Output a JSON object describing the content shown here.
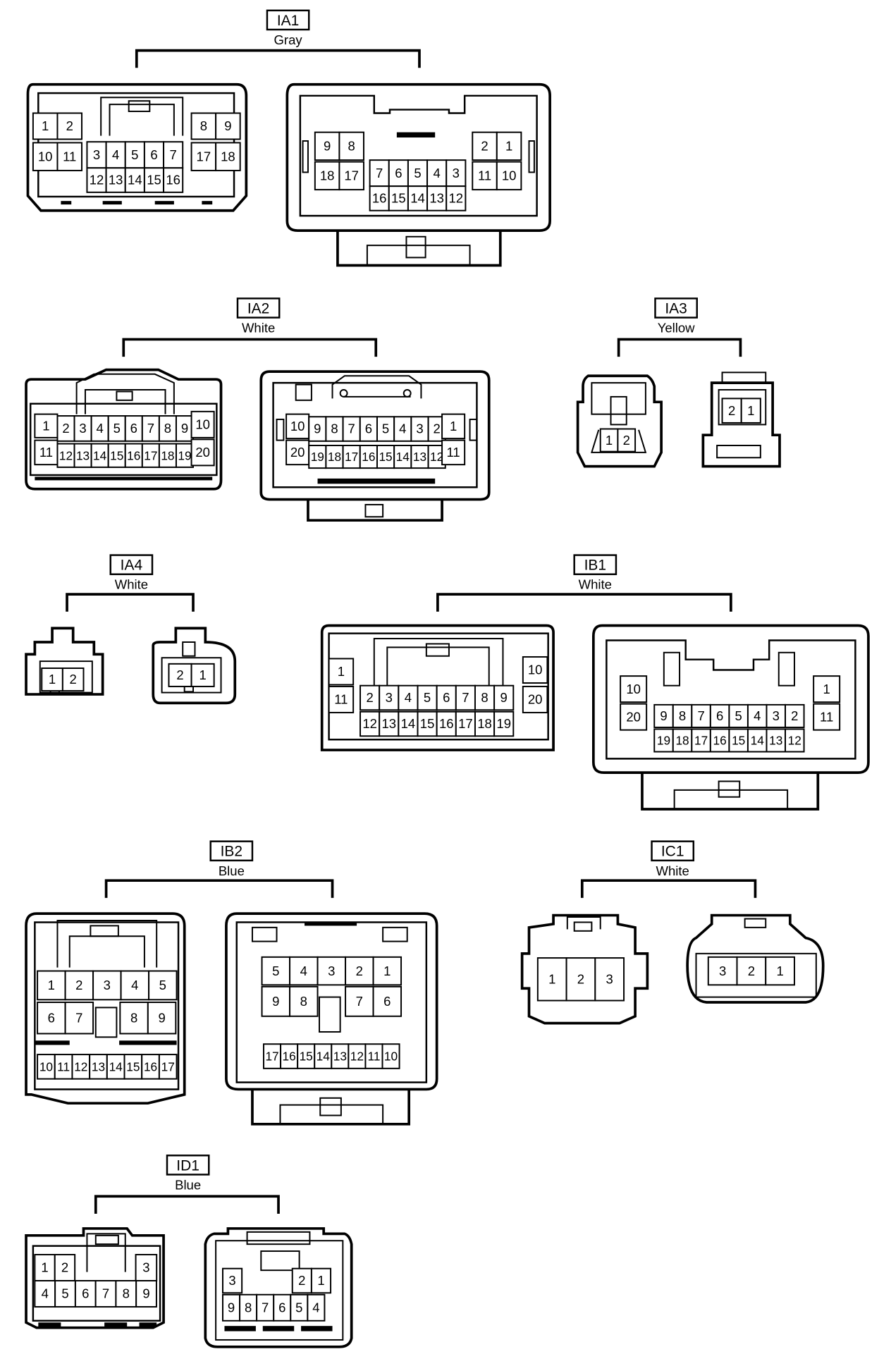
{
  "connectors": [
    {
      "id": "IA1",
      "color": "Gray",
      "views": [
        {
          "groups": [
            [
              "1",
              "2"
            ],
            [
              "10",
              "11"
            ],
            [
              "3",
              "4",
              "5",
              "6",
              "7"
            ],
            [
              "12",
              "13",
              "14",
              "15",
              "16"
            ],
            [
              "8",
              "9"
            ],
            [
              "17",
              "18"
            ]
          ]
        },
        {
          "groups": [
            [
              "9",
              "8"
            ],
            [
              "18",
              "17"
            ],
            [
              "7",
              "6",
              "5",
              "4",
              "3"
            ],
            [
              "16",
              "15",
              "14",
              "13",
              "12"
            ],
            [
              "2",
              "1"
            ],
            [
              "11",
              "10"
            ]
          ]
        }
      ]
    },
    {
      "id": "IA2",
      "color": "White",
      "views": [
        {
          "groups": [
            [
              "1"
            ],
            [
              "11"
            ],
            [
              "2",
              "3",
              "4",
              "5",
              "6",
              "7",
              "8",
              "9"
            ],
            [
              "12",
              "13",
              "14",
              "15",
              "16",
              "17",
              "18",
              "19"
            ],
            [
              "10"
            ],
            [
              "20"
            ]
          ]
        },
        {
          "groups": [
            [
              "10"
            ],
            [
              "20"
            ],
            [
              "9",
              "8",
              "7",
              "6",
              "5",
              "4",
              "3",
              "2"
            ],
            [
              "19",
              "18",
              "17",
              "16",
              "15",
              "14",
              "13",
              "12"
            ],
            [
              "1"
            ],
            [
              "11"
            ]
          ]
        }
      ]
    },
    {
      "id": "IA3",
      "color": "Yellow",
      "views": [
        {
          "groups": [
            [
              "1",
              "2"
            ]
          ]
        },
        {
          "groups": [
            [
              "2",
              "1"
            ]
          ]
        }
      ]
    },
    {
      "id": "IA4",
      "color": "White",
      "views": [
        {
          "groups": [
            [
              "1",
              "2"
            ]
          ]
        },
        {
          "groups": [
            [
              "2",
              "1"
            ]
          ]
        }
      ]
    },
    {
      "id": "IB1",
      "color": "White",
      "views": [
        {
          "groups": [
            [
              "1"
            ],
            [
              "11"
            ],
            [
              "2",
              "3",
              "4",
              "5",
              "6",
              "7",
              "8",
              "9"
            ],
            [
              "12",
              "13",
              "14",
              "15",
              "16",
              "17",
              "18",
              "19"
            ],
            [
              "10"
            ],
            [
              "20"
            ]
          ]
        },
        {
          "groups": [
            [
              "10"
            ],
            [
              "20"
            ],
            [
              "9",
              "8",
              "7",
              "6",
              "5",
              "4",
              "3",
              "2"
            ],
            [
              "19",
              "18",
              "17",
              "16",
              "15",
              "14",
              "13",
              "12"
            ],
            [
              "1"
            ],
            [
              "11"
            ]
          ]
        }
      ]
    },
    {
      "id": "IB2",
      "color": "Blue",
      "views": [
        {
          "groups": [
            [
              "1",
              "2",
              "3",
              "4",
              "5"
            ],
            [
              "6",
              "7",
              "8",
              "9"
            ],
            [
              "10",
              "11",
              "12",
              "13",
              "14",
              "15",
              "16",
              "17"
            ]
          ]
        },
        {
          "groups": [
            [
              "5",
              "4",
              "3",
              "2",
              "1"
            ],
            [
              "9",
              "8",
              "7",
              "6"
            ],
            [
              "17",
              "16",
              "15",
              "14",
              "13",
              "12",
              "11",
              "10"
            ]
          ]
        }
      ]
    },
    {
      "id": "IC1",
      "color": "White",
      "views": [
        {
          "groups": [
            [
              "1",
              "2",
              "3"
            ]
          ]
        },
        {
          "groups": [
            [
              "3",
              "2",
              "1"
            ]
          ]
        }
      ]
    },
    {
      "id": "ID1",
      "color": "Blue",
      "views": [
        {
          "groups": [
            [
              "1",
              "2"
            ],
            [
              "3"
            ],
            [
              "4",
              "5",
              "6",
              "7",
              "8",
              "9"
            ]
          ]
        },
        {
          "groups": [
            [
              "3"
            ],
            [
              "2",
              "1"
            ],
            [
              "9",
              "8",
              "7",
              "6",
              "5",
              "4"
            ]
          ]
        }
      ]
    }
  ]
}
